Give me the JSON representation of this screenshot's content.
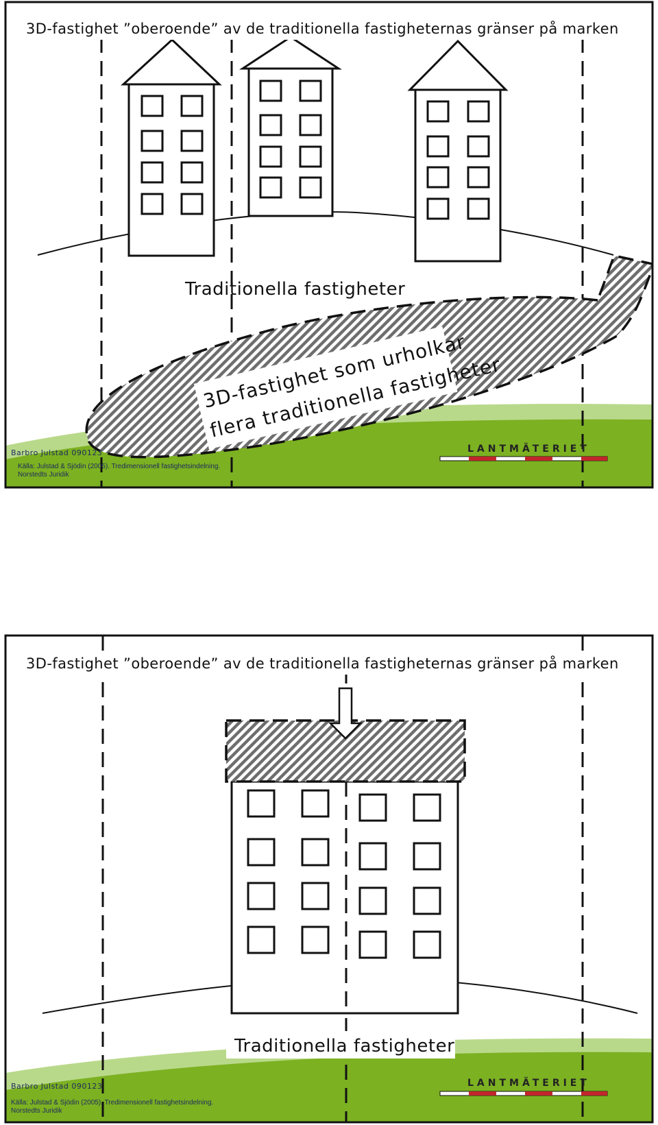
{
  "slides": [
    {
      "title": "3D-fastighet ”oberoende” av de traditionella fastigheternas gränser på marken",
      "traditional_label": "Traditionella fastigheter",
      "three_d_label_line1": "3D-fastighet som urholkar",
      "three_d_label_line2": "flera traditionella fastigheter",
      "author": "Barbro Julstad 090123",
      "source_line1": "Källa: Julstad & Sjödin (2005). Tredimensionell fastighetsindelning.",
      "source_line2": "Norstedts Juridik",
      "logo": "LANTMÄTERIET"
    },
    {
      "title": "3D-fastighet ”oberoende” av de traditionella fastigheternas gränser på marken",
      "traditional_label": "Traditionella fastigheter",
      "author": "Barbro Julstad 090123",
      "source_line1": "Källa: Julstad & Sjödin (2005). Tredimensionell fastighetsindelning.",
      "source_line2": "Norstedts Juridik",
      "logo": "LANTMÄTERIET"
    }
  ],
  "colors": {
    "grass_dark": "#7cb122",
    "grass_light": "#b9d98a",
    "logo_red": "#c0262c",
    "text_blue": "#1c2a5c"
  }
}
